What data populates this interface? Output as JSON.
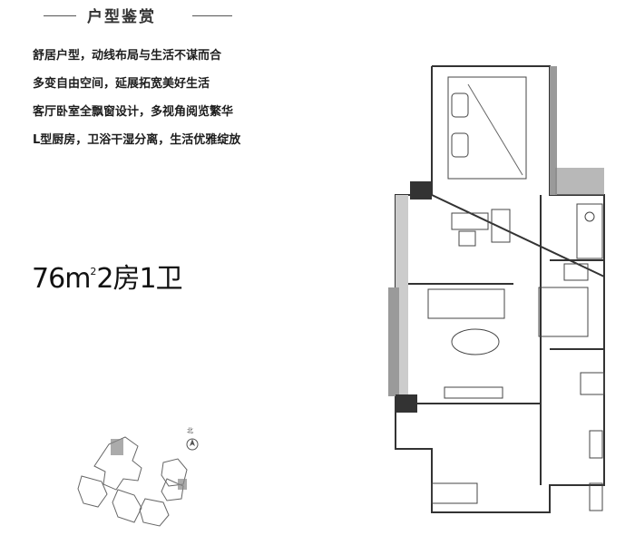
{
  "header": {
    "title": "户型鉴赏"
  },
  "features": [
    "舒居户型，动线布局与生活不谋而合",
    "多变自由空间，延展拓宽美好生活",
    "客厅卧室全飘窗设计，多视角阅览繁华",
    "L型厨房，卫浴干湿分离，生活优雅绽放"
  ],
  "unit": {
    "area_number": "76",
    "area_unit": "m",
    "area_unit_sup": "2",
    "rooms": "2房1卫"
  },
  "compass": {
    "north_label": "北"
  }
}
